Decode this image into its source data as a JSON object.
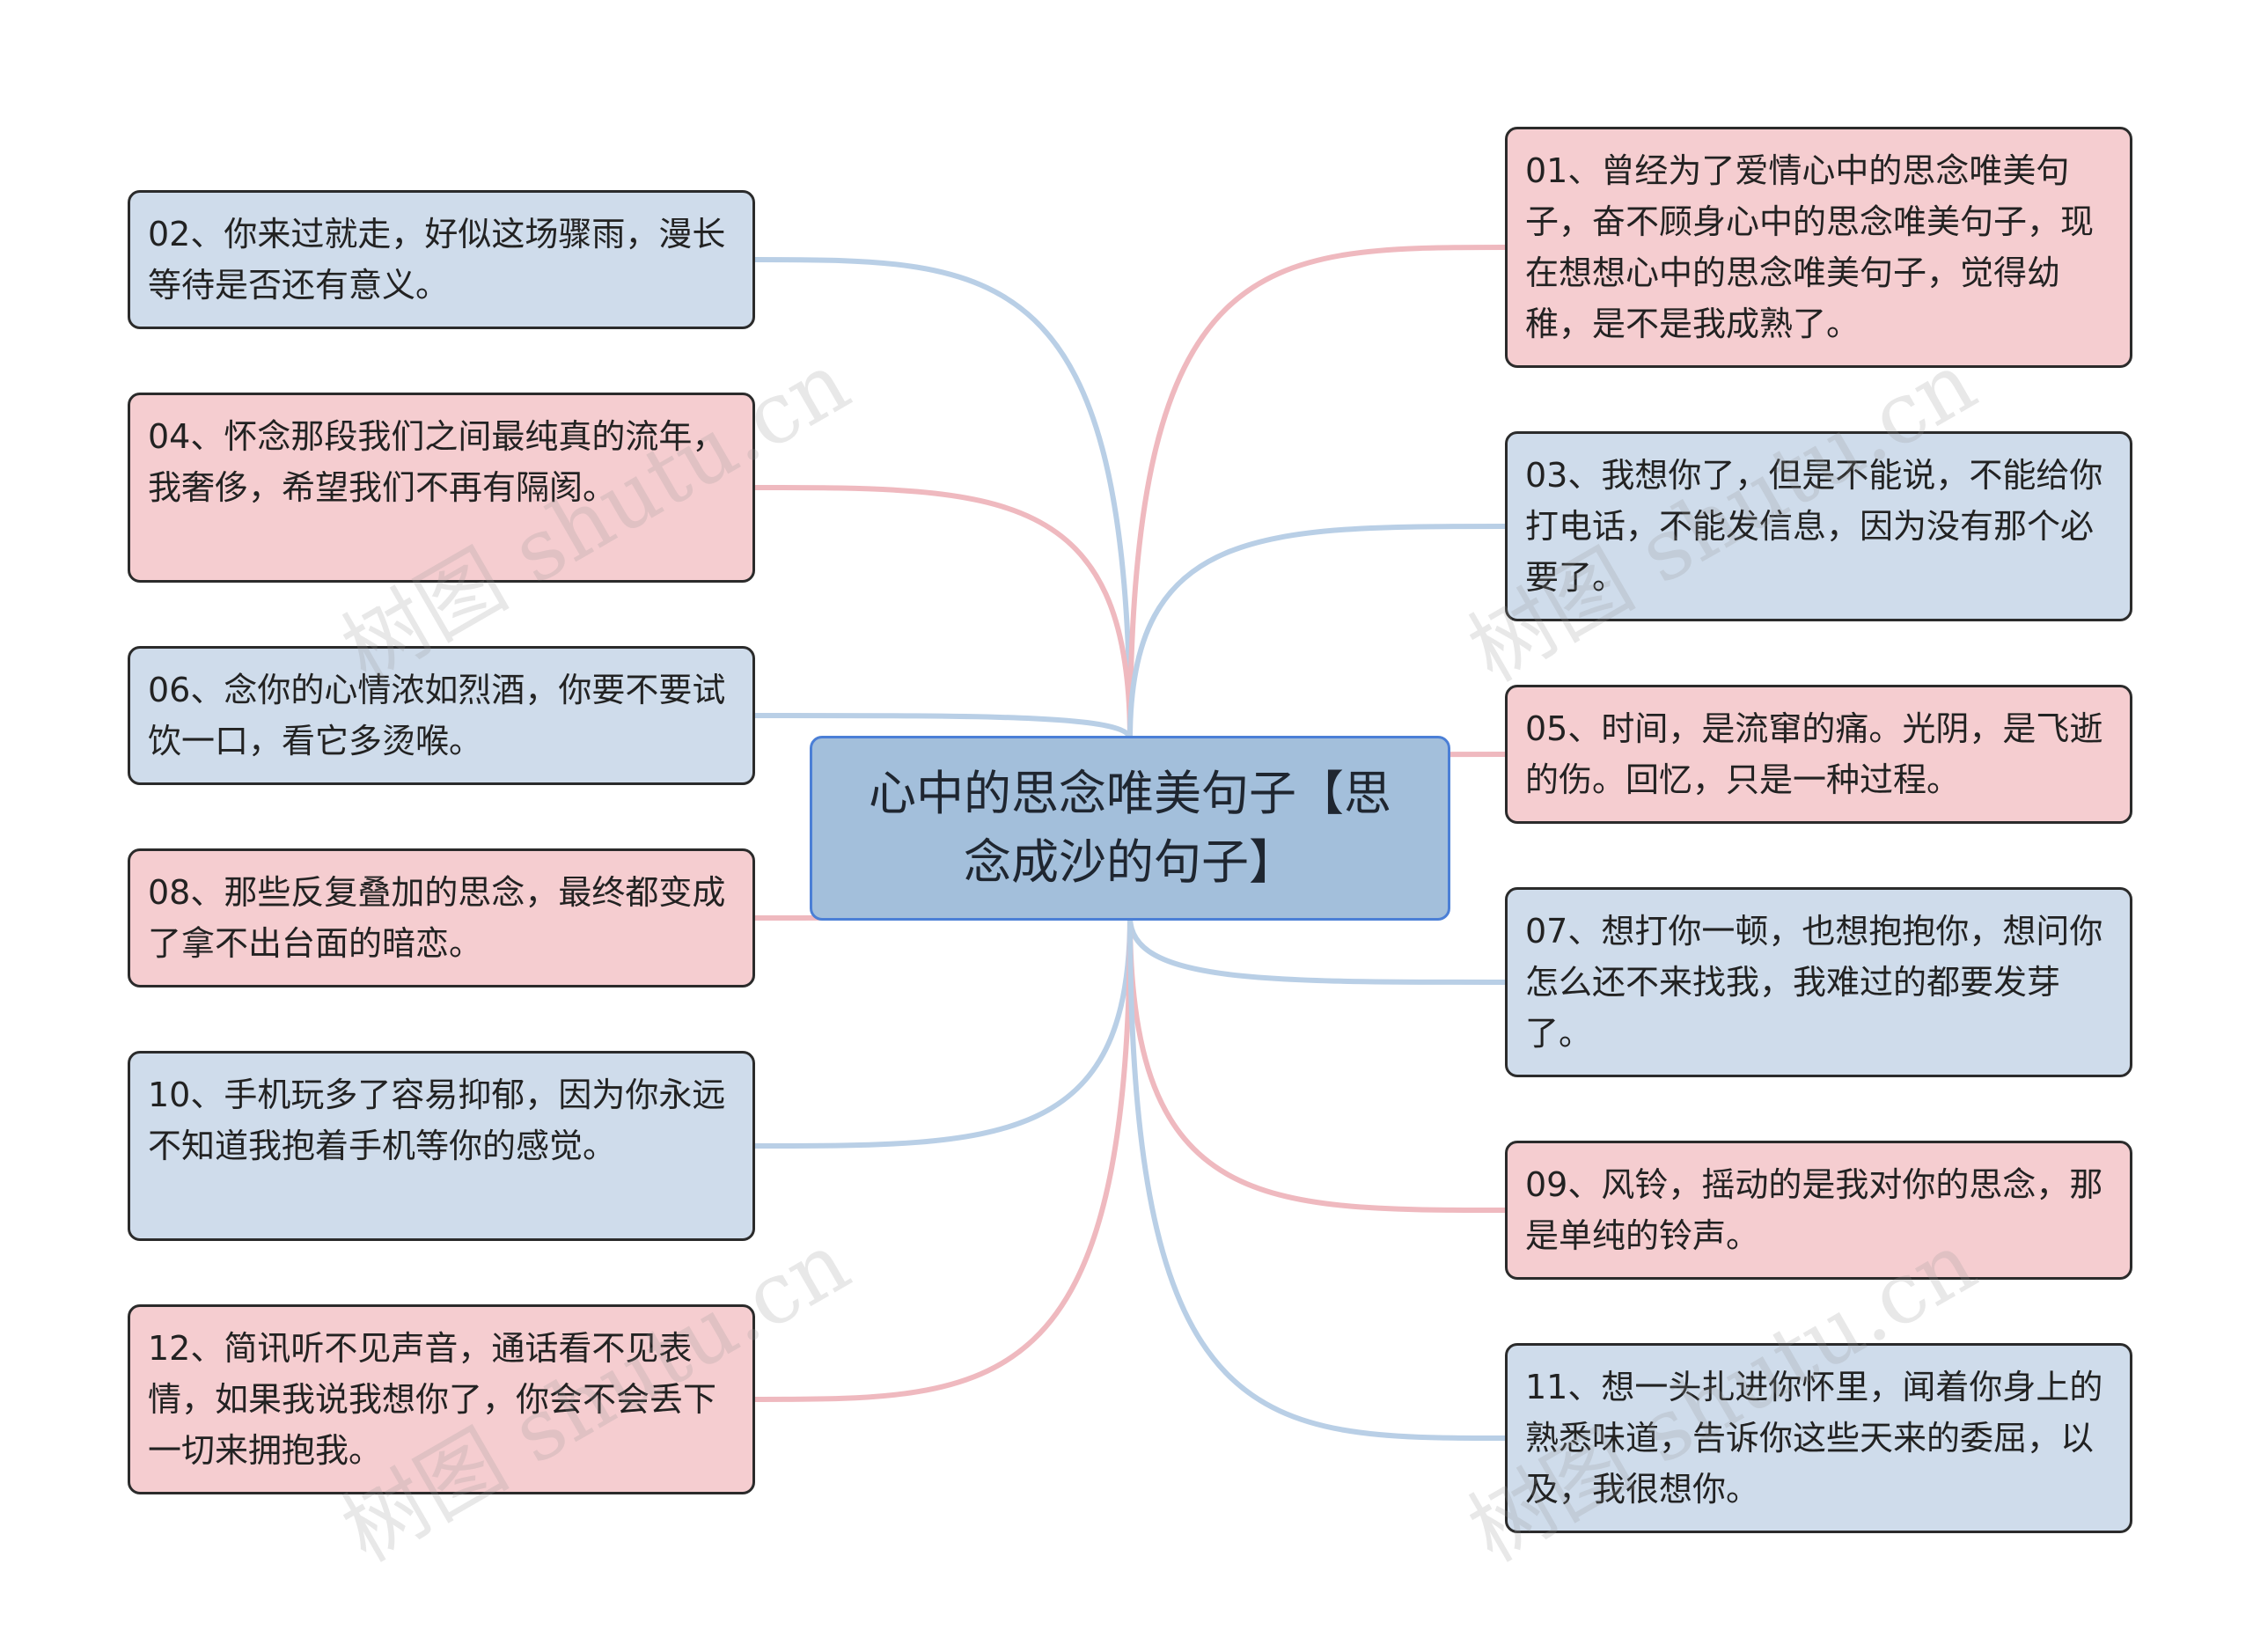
{
  "colors": {
    "pink_fill": "#f5cdd0",
    "blue_fill": "#cfdceb",
    "pink_link": "#efb9bf",
    "blue_link": "#b9cfe6",
    "center_fill": "#a3bfdb",
    "center_border": "#4b7fd6"
  },
  "center": {
    "title": "心中的思念唯美句子【思念成沙的句子】"
  },
  "left_nodes": [
    {
      "text": "02、你来过就走，好似这场骤雨，漫长等待是否还有意义。",
      "color": "blue"
    },
    {
      "text": "04、怀念那段我们之间最纯真的流年，我奢侈，希望我们不再有隔阂。",
      "color": "pink"
    },
    {
      "text": "06、念你的心情浓如烈酒，你要不要试饮一口，看它多烫喉。",
      "color": "blue"
    },
    {
      "text": "08、那些反复叠加的思念，最终都变成了拿不出台面的暗恋。",
      "color": "pink"
    },
    {
      "text": "10、手机玩多了容易抑郁，因为你永远不知道我抱着手机等你的感觉。",
      "color": "blue"
    },
    {
      "text": "12、简讯听不见声音，通话看不见表情，如果我说我想你了，你会不会丢下一切来拥抱我。",
      "color": "pink"
    }
  ],
  "right_nodes": [
    {
      "text": "01、曾经为了爱情心中的思念唯美句子，奋不顾身心中的思念唯美句子，现在想想心中的思念唯美句子，觉得幼稚，是不是我成熟了。",
      "color": "pink"
    },
    {
      "text": "03、我想你了，但是不能说，不能给你打电话，不能发信息，因为没有那个必要了。",
      "color": "blue"
    },
    {
      "text": "05、时间，是流窜的痛。光阴，是飞逝的伤。回忆，只是一种过程。",
      "color": "pink"
    },
    {
      "text": "07、想打你一顿，也想抱抱你，想问你怎么还不来找我，我难过的都要发芽了。",
      "color": "blue"
    },
    {
      "text": "09、风铃，摇动的是我对你的思念，那是单纯的铃声。",
      "color": "pink"
    },
    {
      "text": "11、想一头扎进你怀里，闻着你身上的熟悉味道，告诉你这些天来的委屈，以及，我很想你。",
      "color": "blue"
    }
  ],
  "watermarks": [
    "树图 shutu.cn",
    "树图 shutu.cn",
    "树图 shutu.cn",
    "树图 shutu.cn"
  ]
}
